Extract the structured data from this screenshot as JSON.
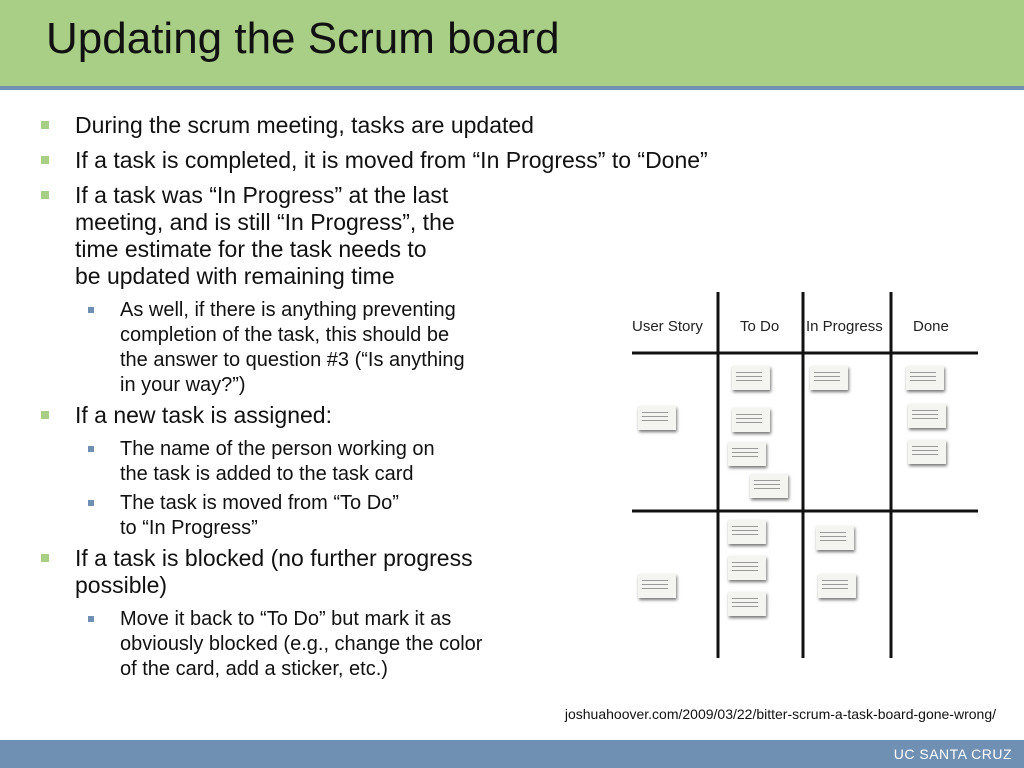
{
  "slide": {
    "title": "Updating the Scrum board",
    "bullets": [
      {
        "lines": [
          "During the scrum meeting, tasks are updated"
        ]
      },
      {
        "lines": [
          "If a task is completed, it is moved from “In Progress” to “Done”"
        ]
      },
      {
        "lines": [
          "If a task was “In Progress” at the last",
          "meeting, and is still “In Progress”, the",
          "time estimate for the task needs to",
          "be updated with remaining time"
        ],
        "sub": [
          {
            "lines": [
              "As well, if there is anything preventing",
              "completion of the task, this should be",
              "the answer to question #3 (“Is anything",
              "in your way?”)"
            ]
          }
        ]
      },
      {
        "lines": [
          "If a new task is assigned:"
        ],
        "sub": [
          {
            "lines": [
              "The name of the person working on",
              "the task is added to the task card"
            ]
          },
          {
            "lines": [
              "The task is moved from “To Do”",
              "to “In Progress”"
            ]
          }
        ]
      },
      {
        "lines": [
          "If a task is blocked (no further progress",
          "possible)"
        ],
        "sub": [
          {
            "lines": [
              "Move it back to “To Do” but mark it as",
              "obviously blocked (e.g., change the color",
              "of the card, add a sticker, etc.)"
            ]
          }
        ]
      }
    ],
    "source": "joshuahoover.com/2009/03/22/bitter-scrum-a-task-board-gone-wrong/",
    "footer": "UC SANTA CRUZ"
  },
  "board": {
    "columns": [
      "User Story",
      "To Do",
      "In Progress",
      "Done"
    ]
  },
  "colors": {
    "title_bar": "#a9cf86",
    "accent_blue": "#6f8fb3",
    "bullet_green": "#a9cf86"
  }
}
